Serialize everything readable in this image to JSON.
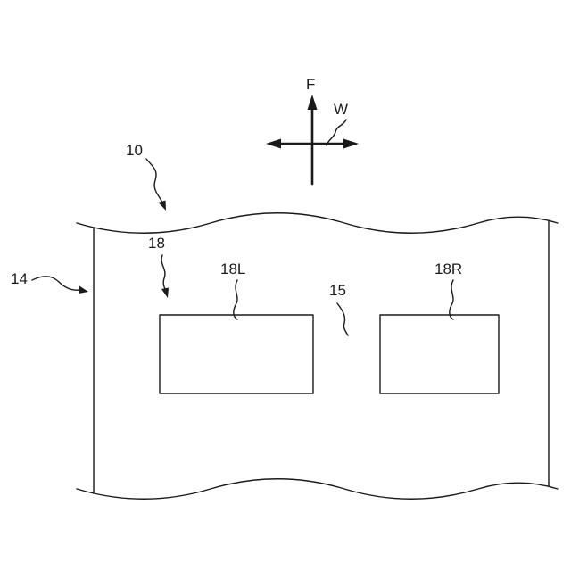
{
  "direction_indicator": {
    "front_label": "F",
    "width_label": "W"
  },
  "reference_numerals": {
    "vehicle": "10",
    "side_wall": "14",
    "surface": "15",
    "opening_pair": "18",
    "opening_left": "18L",
    "opening_right": "18R"
  },
  "colors": {
    "line": "#1a1a1a",
    "background": "#ffffff"
  }
}
